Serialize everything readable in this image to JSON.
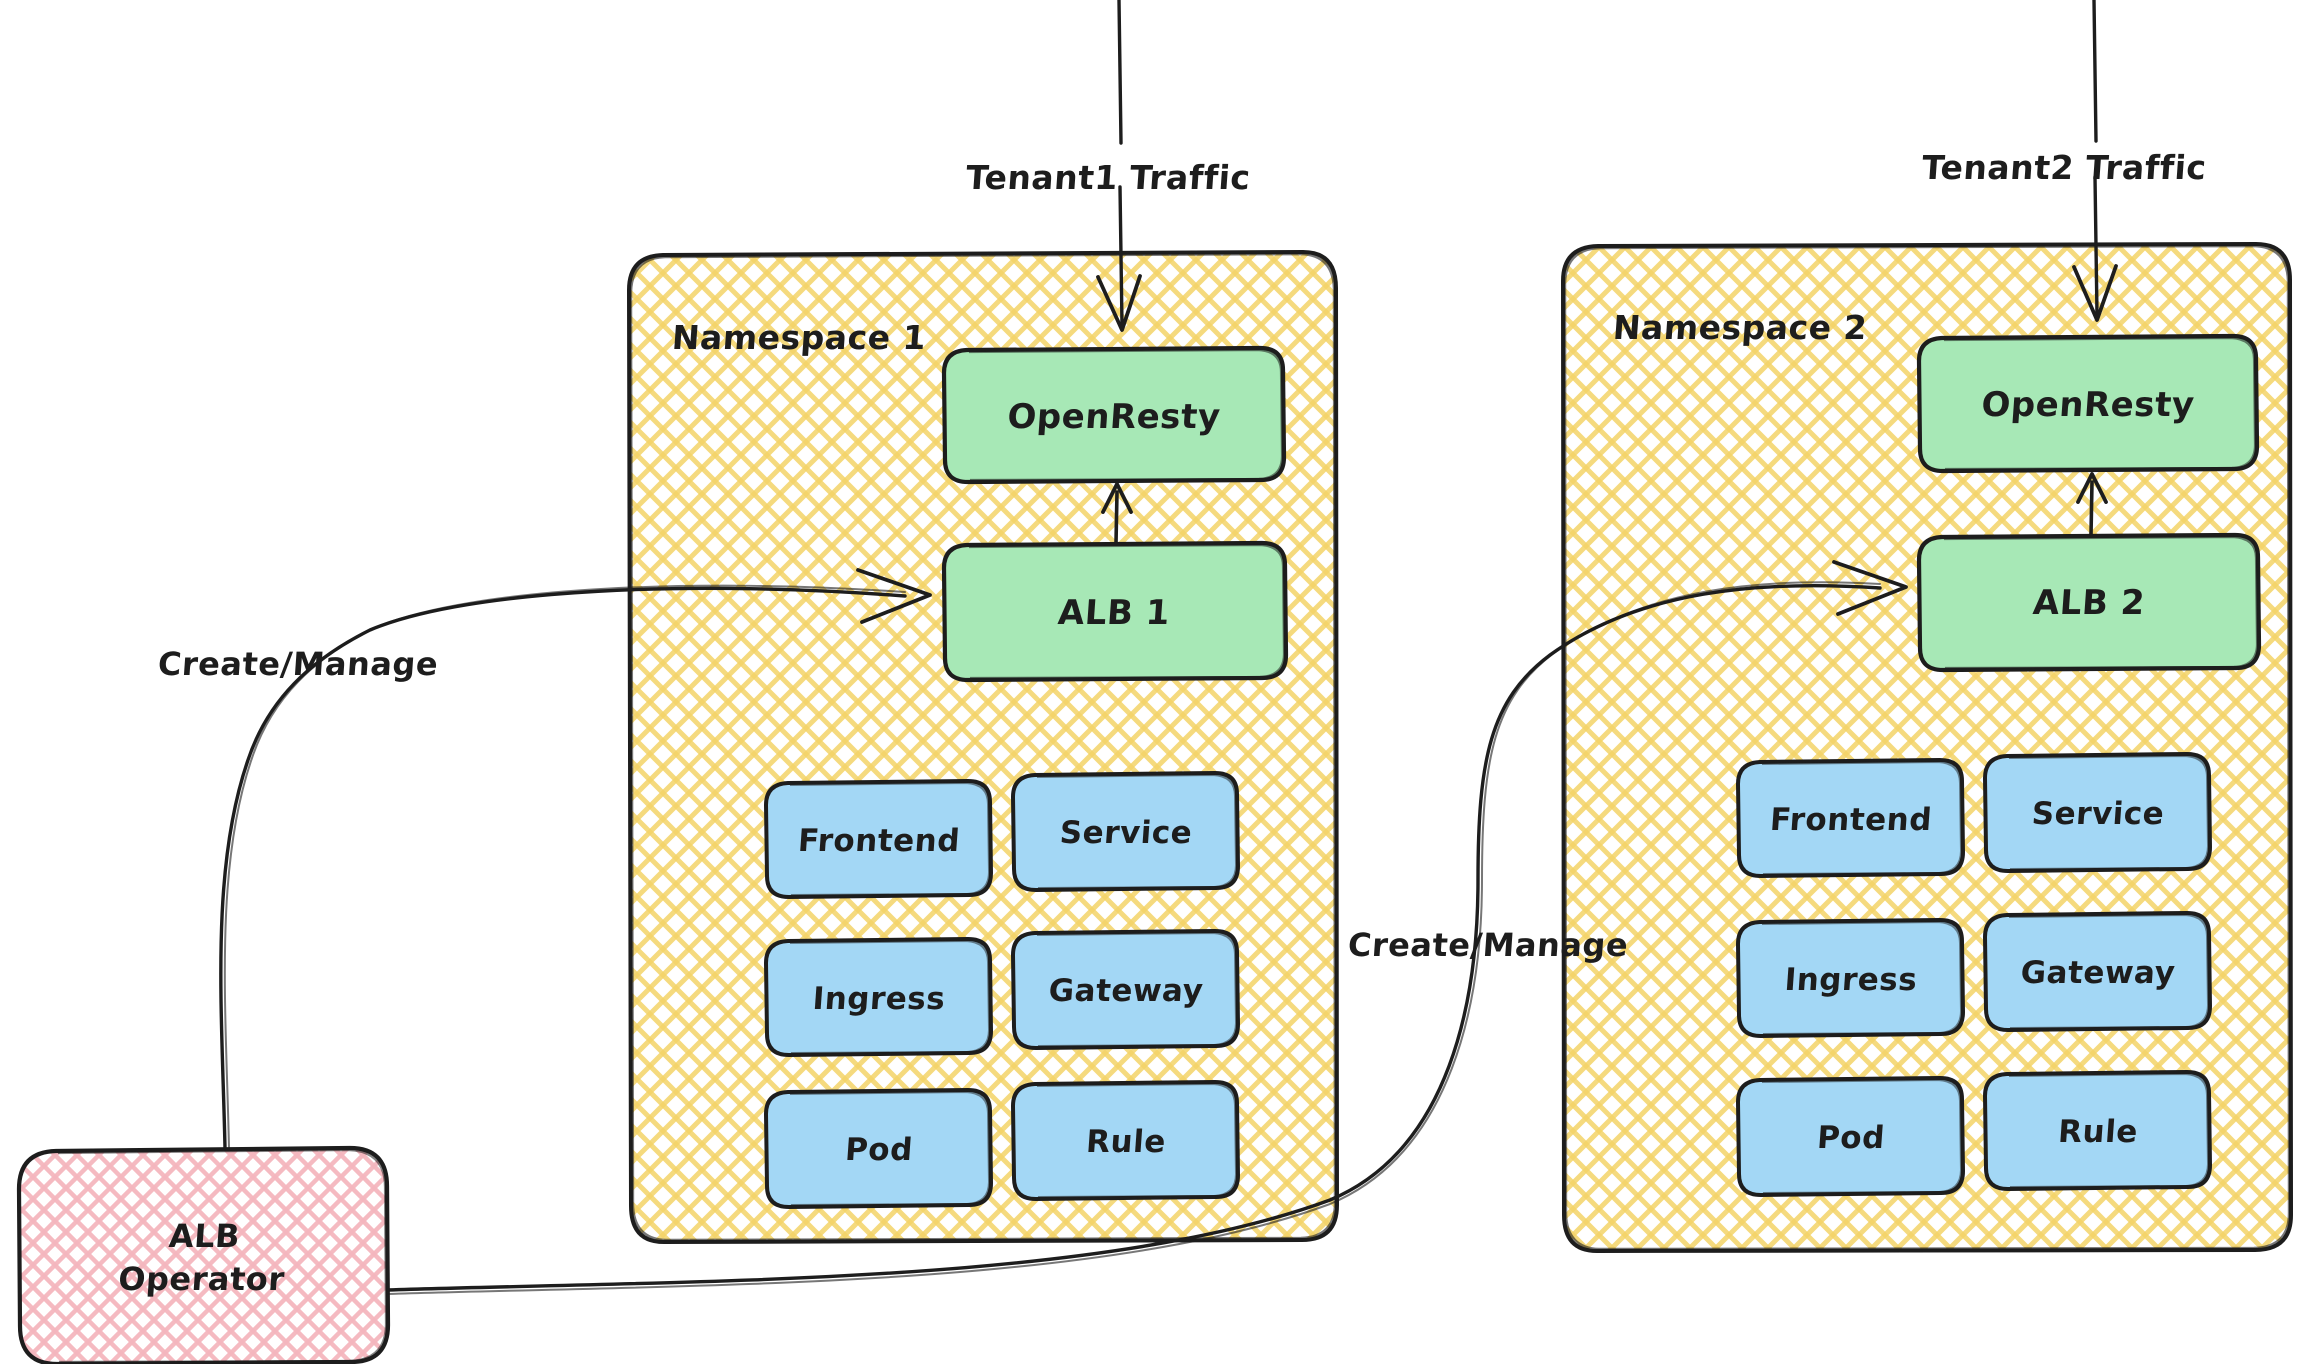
{
  "diagram": {
    "title": "ALB Operator multi-tenant namespace architecture",
    "style": "hand-drawn sketch",
    "colors": {
      "namespace_fill": "#f7e199",
      "namespace_stroke": "#1d1d1d",
      "green_fill": "#a7e8b6",
      "blue_fill": "#a3d7f5",
      "operator_fill": "#f7c9ce",
      "stroke": "#1d1d1d",
      "background": "#ffffff"
    }
  },
  "traffic": [
    {
      "id": "tenant1",
      "label": "Tenant1 Traffic"
    },
    {
      "id": "tenant2",
      "label": "Tenant2 Traffic"
    }
  ],
  "namespaces": [
    {
      "id": "ns1",
      "label": "Namespace 1",
      "openresty": "OpenResty",
      "alb": "ALB 1",
      "resources": [
        {
          "label": "Frontend"
        },
        {
          "label": "Service"
        },
        {
          "label": "Ingress"
        },
        {
          "label": "Gateway"
        },
        {
          "label": "Pod"
        },
        {
          "label": "Rule"
        }
      ]
    },
    {
      "id": "ns2",
      "label": "Namespace 2",
      "openresty": "OpenResty",
      "alb": "ALB 2",
      "resources": [
        {
          "label": "Frontend"
        },
        {
          "label": "Service"
        },
        {
          "label": "Ingress"
        },
        {
          "label": "Gateway"
        },
        {
          "label": "Pod"
        },
        {
          "label": "Rule"
        }
      ]
    }
  ],
  "operator": {
    "line1": "ALB",
    "line2": "Operator"
  },
  "edges": [
    {
      "id": "create-manage-1",
      "label": "Create/Manage",
      "from": "ALB Operator",
      "to": "ALB 1"
    },
    {
      "id": "create-manage-2",
      "label": "Create/Manage",
      "from": "ALB Operator",
      "to": "ALB 2"
    }
  ]
}
